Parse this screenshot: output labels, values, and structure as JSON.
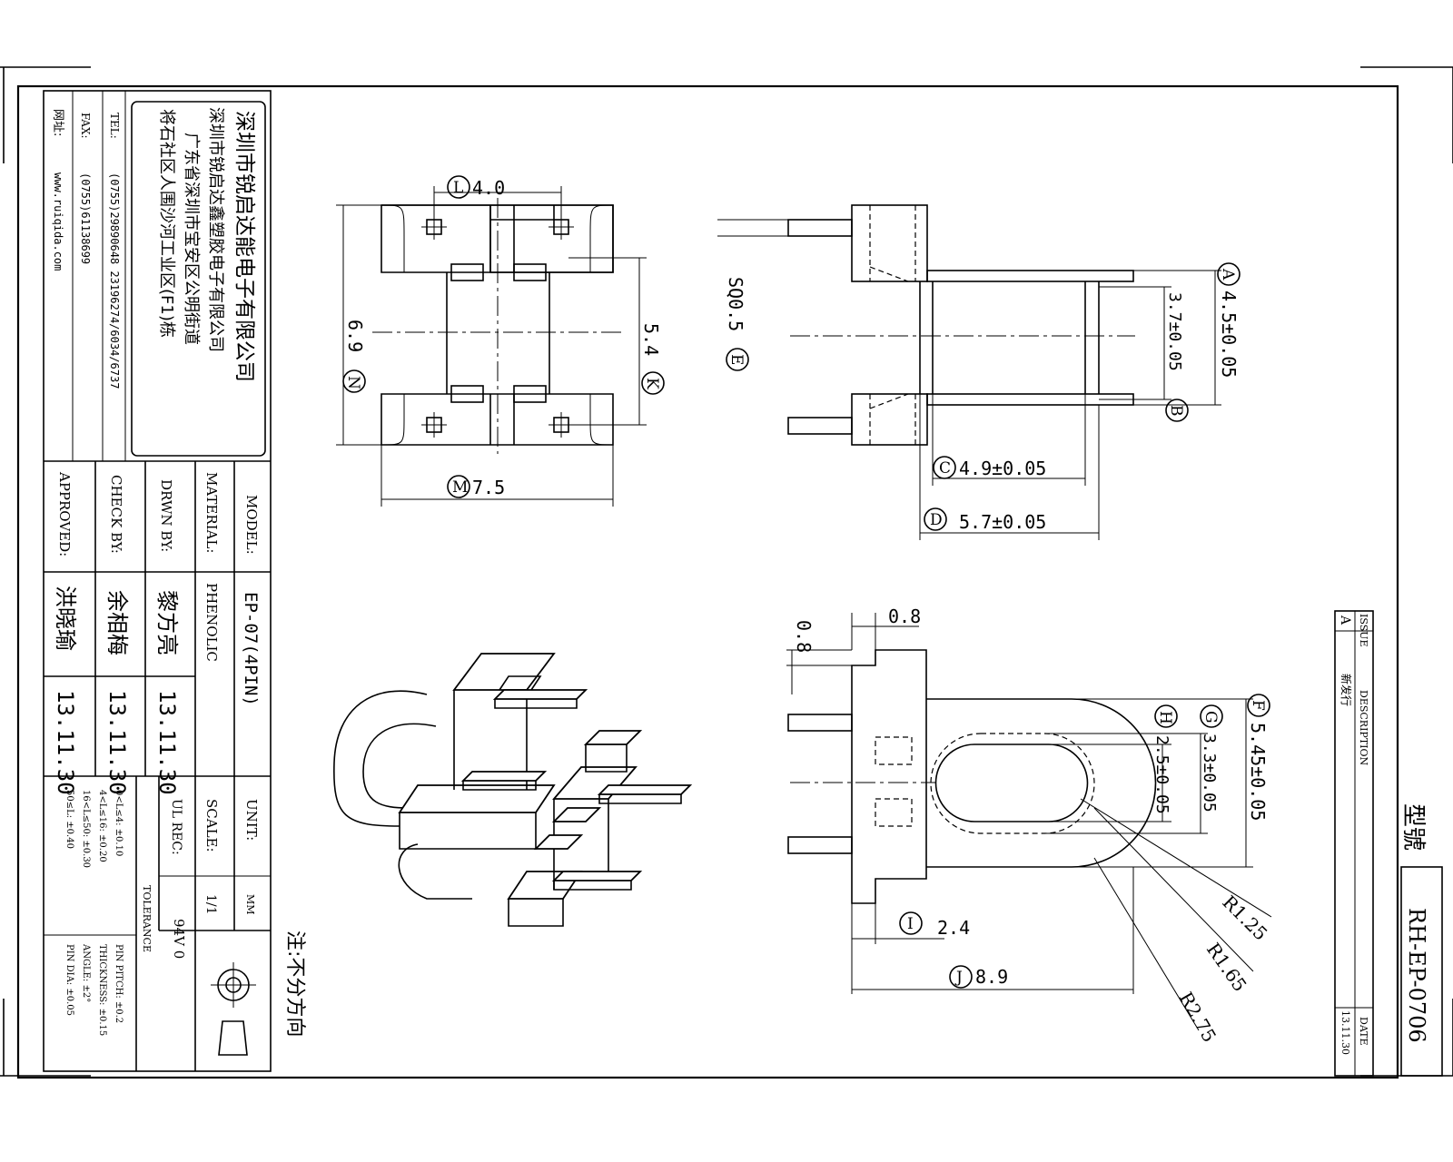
{
  "title_block": {
    "company_cn": "深圳市锐启达能电子有限公司",
    "factory_cn": "深圳市锐启达鑫塑胶电子有限公司",
    "address_line1": "广东省深圳市宝安区公明街道",
    "address_line2": "将石社区人围沙河工业区(F1)栋",
    "tel_label": "TEL:",
    "tel_value": "(0755)29890648  23196274/6034/6737",
    "fax_label": "FAX:",
    "fax_value": "(0755)61138699",
    "web_label": "网址:",
    "web_value": "www.ruiqida.com",
    "model_label": "MODEL:",
    "model_value": "EP-07(4PIN)",
    "material_label": "MATERIAL:",
    "material_value": "PHENOLIC",
    "drawn_label": "DRWN BY:",
    "drawn_name": "黎方亮",
    "drawn_date": "13.11.30",
    "check_label": "CHECK BY:",
    "check_name": "余相梅",
    "check_date": "13.11.30",
    "approved_label": "APPROVED:",
    "approved_name": "洪晓瑜",
    "approved_date": "13.11.30",
    "tolerance_label": "TOLERANCE",
    "tolerance_lines": [
      "0<L≤4: ±0.10",
      "4<L≤16: ±0.20",
      "16<L≤50: ±0.30",
      "50≤L: ±0.40"
    ],
    "tolerance_extra": [
      "PIN PITCH: ±0.2",
      "THICKNESS: ±0.15",
      "ANGLE: ±2°",
      "PIN DIA: ±0.05"
    ],
    "unit_label": "UNIT:",
    "unit_value": "MM",
    "scale_label": "SCALE:",
    "scale_value": "1/1",
    "ul_label": "UL REC:",
    "ul_value": "94V 0"
  },
  "note": "注:不分方向",
  "revision_block": {
    "issue_label": "ISSUE",
    "issue_value": "A",
    "description_label": "DESCRIPTION",
    "description_value": "新发行",
    "date_label": "DATE",
    "date_value": "13.11.30",
    "type_label": "型號",
    "type_value": "RH-EP-0706"
  },
  "dimensions": {
    "L": {
      "value": "4.0"
    },
    "K": {
      "value": "5.4"
    },
    "N": {
      "value": "6.9"
    },
    "M": {
      "value": "7.5"
    },
    "E": {
      "value": "SQ0.5"
    },
    "A": {
      "value": "4.5±0.05"
    },
    "B": {
      "value": "3.7±0.05"
    },
    "C": {
      "value": "4.9±0.05"
    },
    "D": {
      "value": "5.7±0.05"
    },
    "F": {
      "value": "5.45±0.05"
    },
    "G": {
      "value": "3.3±0.05"
    },
    "H": {
      "value": "2.5±0.05"
    },
    "I": {
      "value": "2.4"
    },
    "J": {
      "value": "8.9"
    },
    "flange_w": "0.8",
    "flange_h": "0.8",
    "r1": "R1.25",
    "r2": "R1.65",
    "r3": "R2.75"
  }
}
